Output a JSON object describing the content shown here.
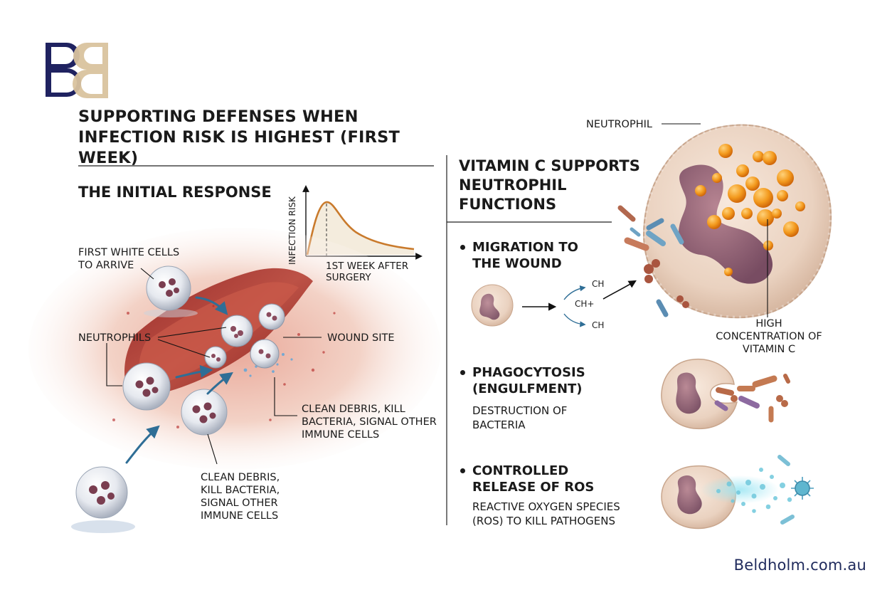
{
  "brand": {
    "logo": "B&B monogram",
    "colors": {
      "navy": "#1f2260",
      "gold": "#d9c39e"
    },
    "website": "Beldholm.com.au"
  },
  "title": "SUPPORTING DEFENSES WHEN INFECTION RISK IS HIGHEST (FIRST WEEK)",
  "left_panel": {
    "heading": "THE INITIAL RESPONSE",
    "labels": {
      "first_cells": "FIRST WHITE CELLS TO ARRIVE",
      "neutrophils": "NEUTROPHILS",
      "wound_site": "WOUND SITE",
      "clean_debris_right": "CLEAN DEBRIS, KILL BACTERIA, SIGNAL OTHER IMMUNE CELLS",
      "clean_debris_bottom": "CLEAN DEBRIS, KILL BACTERIA, SIGNAL OTHER IMMUNE CELLS"
    },
    "mini_chart": {
      "ylabel": "INFECTION RISK",
      "xlabel": "1ST WEEK AFTER SURGERY",
      "line_color": "#c97a2c"
    }
  },
  "right_panel": {
    "heading": "VITAMIN C SUPPORTS NEUTROPHIL FUNCTIONS",
    "neutrophil_label": "NEUTROPHIL",
    "vitc_label": "HIGH CONCENTRATION OF VITAMIN C",
    "chem": {
      "a": "CH",
      "b": "CH+",
      "c": "CH"
    },
    "functions": [
      {
        "title": "MIGRATION TO THE WOUND",
        "desc": ""
      },
      {
        "title": "PHAGOCYTOSIS (ENGULFMENT)",
        "desc": "DESTRUCTION OF BACTERIA"
      },
      {
        "title": "CONTROLLED RELEASE OF ROS",
        "desc": "REACTIVE OXYGEN SPECIES (ROS) TO KILL PATHOGENS"
      }
    ]
  }
}
